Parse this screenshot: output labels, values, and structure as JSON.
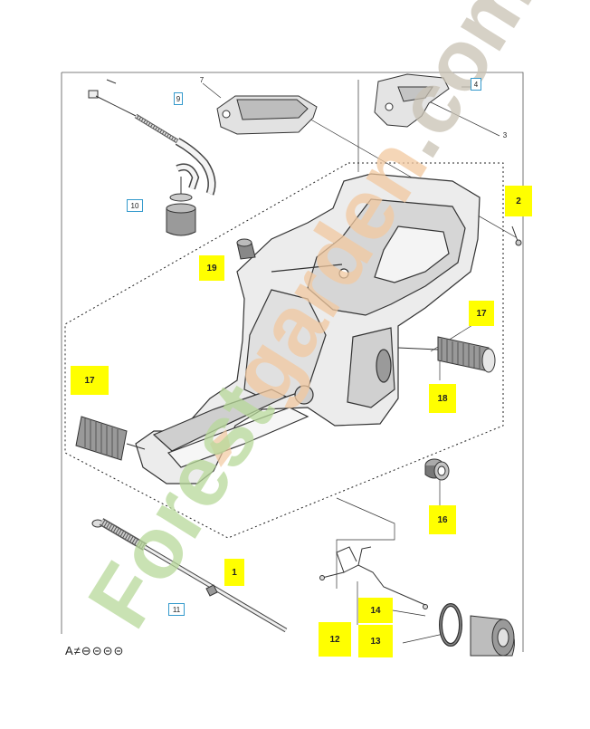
{
  "diagram": {
    "callouts": [
      {
        "id": "c1",
        "label": "1",
        "highlight": true
      },
      {
        "id": "c2",
        "label": "2",
        "highlight": true
      },
      {
        "id": "c3",
        "label": "3",
        "highlight": false
      },
      {
        "id": "c4",
        "label": "4",
        "highlight": false
      },
      {
        "id": "c7",
        "label": "7",
        "highlight": false
      },
      {
        "id": "c9",
        "label": "9",
        "highlight": false
      },
      {
        "id": "c10",
        "label": "10",
        "highlight": false
      },
      {
        "id": "c11",
        "label": "11",
        "highlight": false
      },
      {
        "id": "c12",
        "label": "12",
        "highlight": true
      },
      {
        "id": "c13",
        "label": "13",
        "highlight": true
      },
      {
        "id": "c14",
        "label": "14",
        "highlight": true
      },
      {
        "id": "c16",
        "label": "16",
        "highlight": true
      },
      {
        "id": "c17a",
        "label": "17",
        "highlight": true
      },
      {
        "id": "c17b",
        "label": "17",
        "highlight": true
      },
      {
        "id": "c18",
        "label": "18",
        "highlight": true
      },
      {
        "id": "c19",
        "label": "19",
        "highlight": true
      }
    ],
    "part_code": "A≠⊖⊝⊝⊝",
    "watermark": {
      "text": "Forestgarden.com",
      "colors": [
        "#b8d99a",
        "#f2c9a0",
        "#c9c2b4"
      ]
    },
    "highlight_color": "#ffff00"
  }
}
